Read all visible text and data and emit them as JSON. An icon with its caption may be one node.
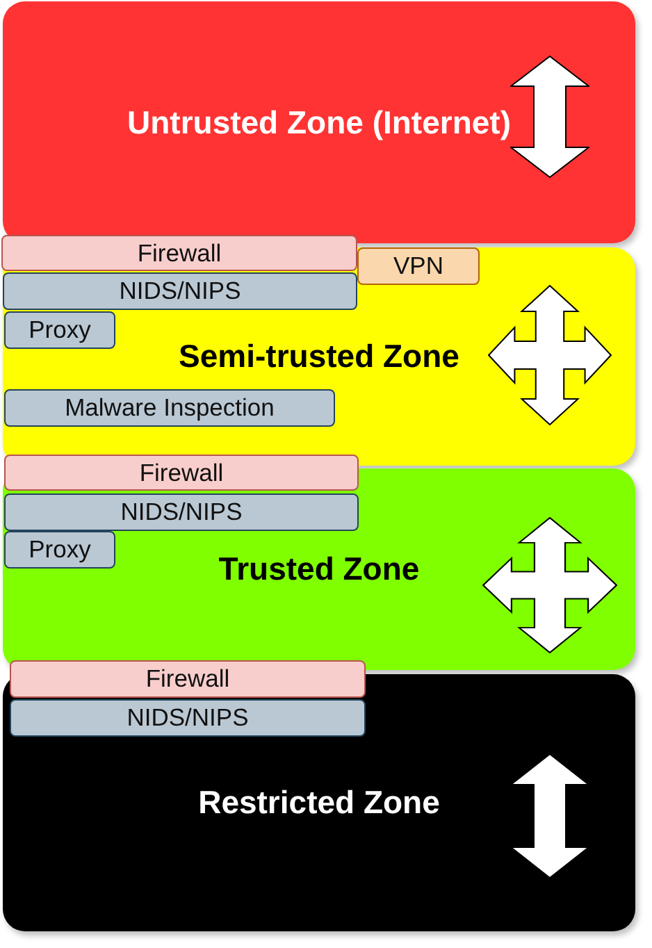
{
  "diagram": {
    "nodes": [
      {
        "text": [
          "Untrusted Zone (Internet)"
        ]
      },
      {
        "text": [
          "Firewall"
        ]
      },
      {
        "text": [
          "Semi-trusted Zone"
        ]
      },
      {
        "text": [
          "VPN"
        ],
        "in": 2
      },
      {
        "text": [
          "NIDS/NIPS"
        ],
        "in": 2
      },
      {
        "text": [
          "Proxy"
        ],
        "in": 2
      },
      {
        "text": [
          "Malware Inspection"
        ],
        "in": 2
      },
      {
        "text": [
          "Firewall"
        ]
      },
      {
        "text": [
          "Trusted Zone"
        ]
      },
      {
        "text": [
          "NIDS/NIPS"
        ],
        "in": 8
      },
      {
        "text": [
          "Proxy"
        ],
        "in": 8
      },
      {
        "text": [
          "Firewall"
        ]
      },
      {
        "text": [
          "Restricted Zone"
        ]
      },
      {
        "text": [
          "NIDS/NIPS"
        ],
        "in": 12
      }
    ]
  }
}
